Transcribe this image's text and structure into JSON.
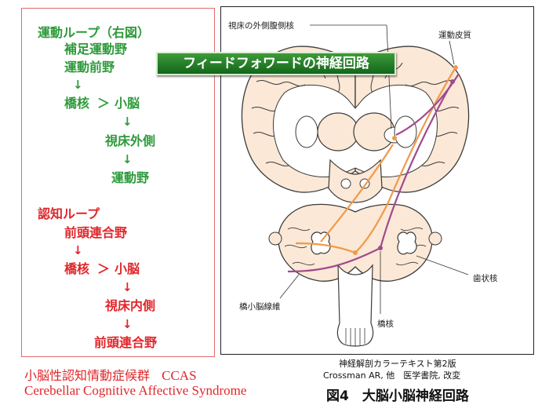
{
  "motor_loop": {
    "title": "運動ループ（右図）",
    "items": [
      "補足運動野",
      "運動前野",
      "橋核",
      "小脳",
      "視床外側",
      "運動野"
    ]
  },
  "cognitive_loop": {
    "title": "認知ループ",
    "items": [
      "前頭連合野",
      "橋核",
      "小脳",
      "視床内側",
      "前頭連合野"
    ]
  },
  "symbols": {
    "down": "↓",
    "right": "＞"
  },
  "syndrome": {
    "ja": "小脳性認知情動症候群",
    "abbr": "CCAS",
    "en": "Cerebellar Cognitive Affective Syndrome"
  },
  "banner": "フィードフォワードの神経回路",
  "figure": {
    "labels": {
      "thalamus": "視床の外側腹側核",
      "motor_cortex": "運動皮質",
      "dentate": "歯状核",
      "pontocerebellar": "橋小脳線維",
      "pontine": "橋核"
    },
    "colors": {
      "orange": "#ef9a4a",
      "purple": "#a04a8e",
      "tissue": "#fbe8d6",
      "outline": "#3b3b3b"
    }
  },
  "source": {
    "line1": "神経解剖カラーテキスト第2版",
    "line2": "Crossman AR, 他　医学書院, 改変"
  },
  "caption": "図4　大脳小脳神経回路"
}
